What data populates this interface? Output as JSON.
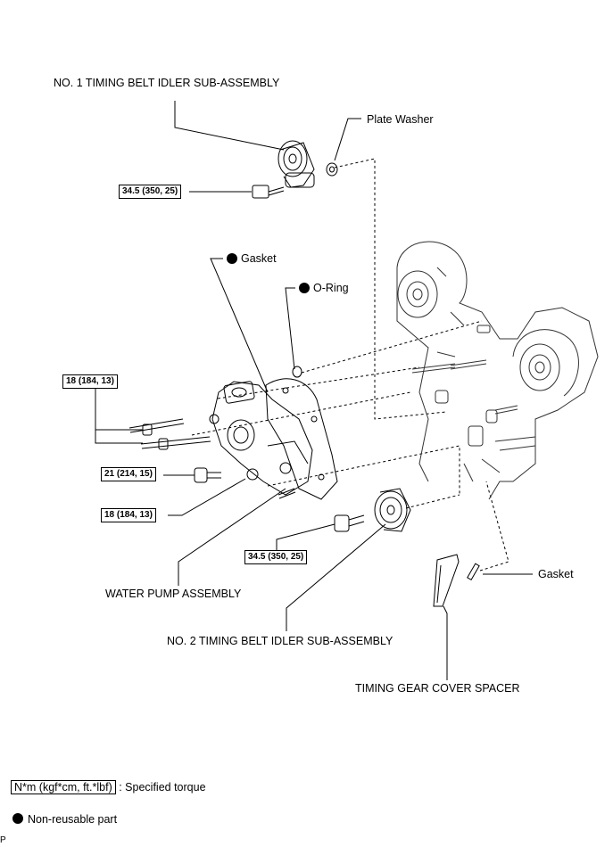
{
  "labels": {
    "idler1": "NO. 1 TIMING BELT IDLER SUB-ASSEMBLY",
    "plate_washer": "Plate Washer",
    "gasket_top": "Gasket",
    "o_ring": "O-Ring",
    "water_pump": "WATER PUMP ASSEMBLY",
    "idler2": "NO. 2 TIMING BELT IDLER SUB-ASSEMBLY",
    "gasket_right": "Gasket",
    "spacer": "TIMING GEAR COVER SPACER"
  },
  "torques": {
    "idler1_bolt": "34.5 (350, 25)",
    "pump_studs": "18 (184, 13)",
    "pump_bolt": "21 (214, 15)",
    "pump_nut": "18 (184, 13)",
    "idler2_bolt": "34.5 (350, 25)"
  },
  "legend": {
    "torque_unit": "N*m (kgf*cm, ft.*lbf)",
    "torque_desc": ": Specified torque",
    "nonreusable": "Non-reusable part"
  },
  "corner_mark": "P"
}
